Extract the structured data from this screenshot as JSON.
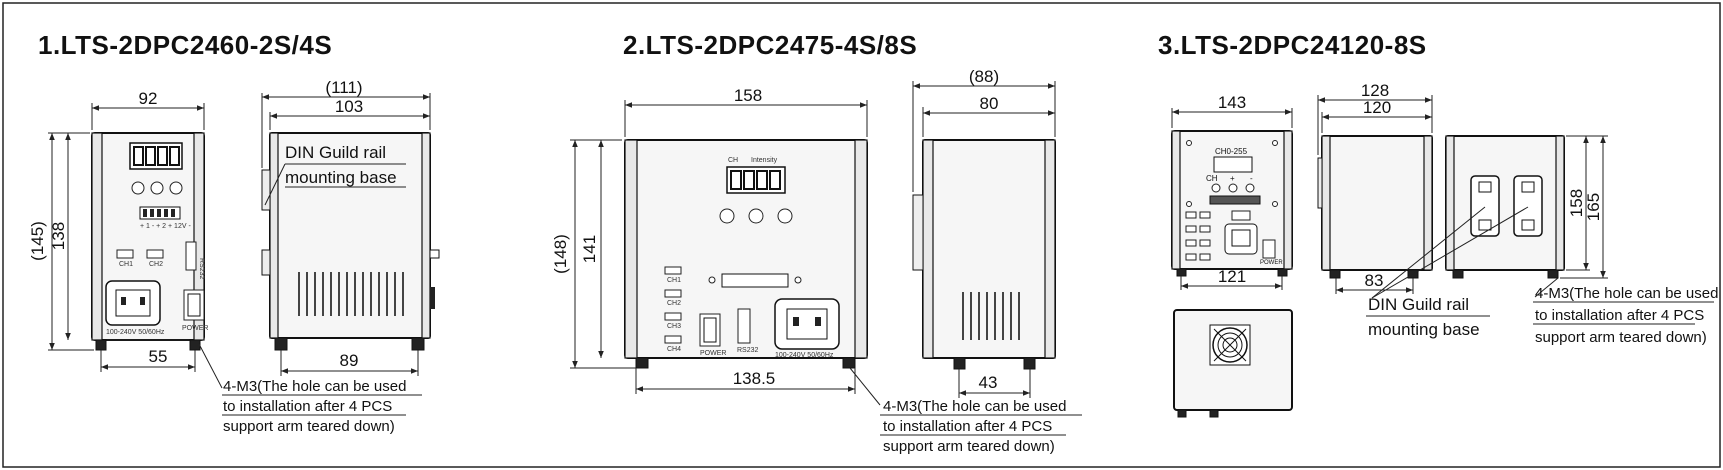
{
  "products": [
    {
      "title": "1.LTS-2DPC2460-2S/4S",
      "dims": {
        "front_width": "92",
        "overall_height": "(145)",
        "body_height": "138",
        "foot_spacing": "55",
        "side_overall": "(111)",
        "side_depth": "103",
        "side_foot_spacing": "89"
      },
      "din_label_line1": "DIN Guild rail",
      "din_label_line2": "mounting base",
      "note_line1": "4-M3(The hole can be used",
      "note_line2": "to installation after 4 PCS",
      "note_line3": "support arm teared down)",
      "panel": {
        "ch1": "CH1",
        "ch2": "CH2",
        "rs": "RS232",
        "power": "POWER",
        "voltage": "100-240V 50/60Hz",
        "terminal": "+ 1 - + 2 + 12V -"
      }
    },
    {
      "title": "2.LTS-2DPC2475-4S/8S",
      "dims": {
        "front_width": "158",
        "overall_height": "(148)",
        "body_height": "141",
        "foot_spacing": "138.5",
        "side_overall": "(88)",
        "side_depth": "80",
        "side_foot_spacing": "43"
      },
      "note_line1": "4-M3(The hole can be used",
      "note_line2": "to installation after 4 PCS",
      "note_line3": "support arm teared down)",
      "panel": {
        "ch": "CH",
        "intensity": "Intensity",
        "ch1": "CH1",
        "ch2": "CH2",
        "ch3": "CH3",
        "ch4": "CH4",
        "rs": "RS232",
        "power": "POWER",
        "voltage": "100-240V 50/60Hz"
      }
    },
    {
      "title": "3.LTS-2DPC24120-8S",
      "dims": {
        "front_width": "143",
        "bottom_width": "121",
        "side_overall": "128",
        "side_depth": "120",
        "side_foot_spacing": "83",
        "body_height": "158",
        "overall_height": "165"
      },
      "din_label_line1": "DIN Guild rail",
      "din_label_line2": "mounting base",
      "note_line1": "4-M3(The hole can be used",
      "note_line2": "to installation after 4 PCS",
      "note_line3": "support arm teared down)",
      "panel": {
        "range": "CH0-255",
        "ch": "CH",
        "plus": "+",
        "minus": "-",
        "power": "POWER"
      }
    }
  ]
}
